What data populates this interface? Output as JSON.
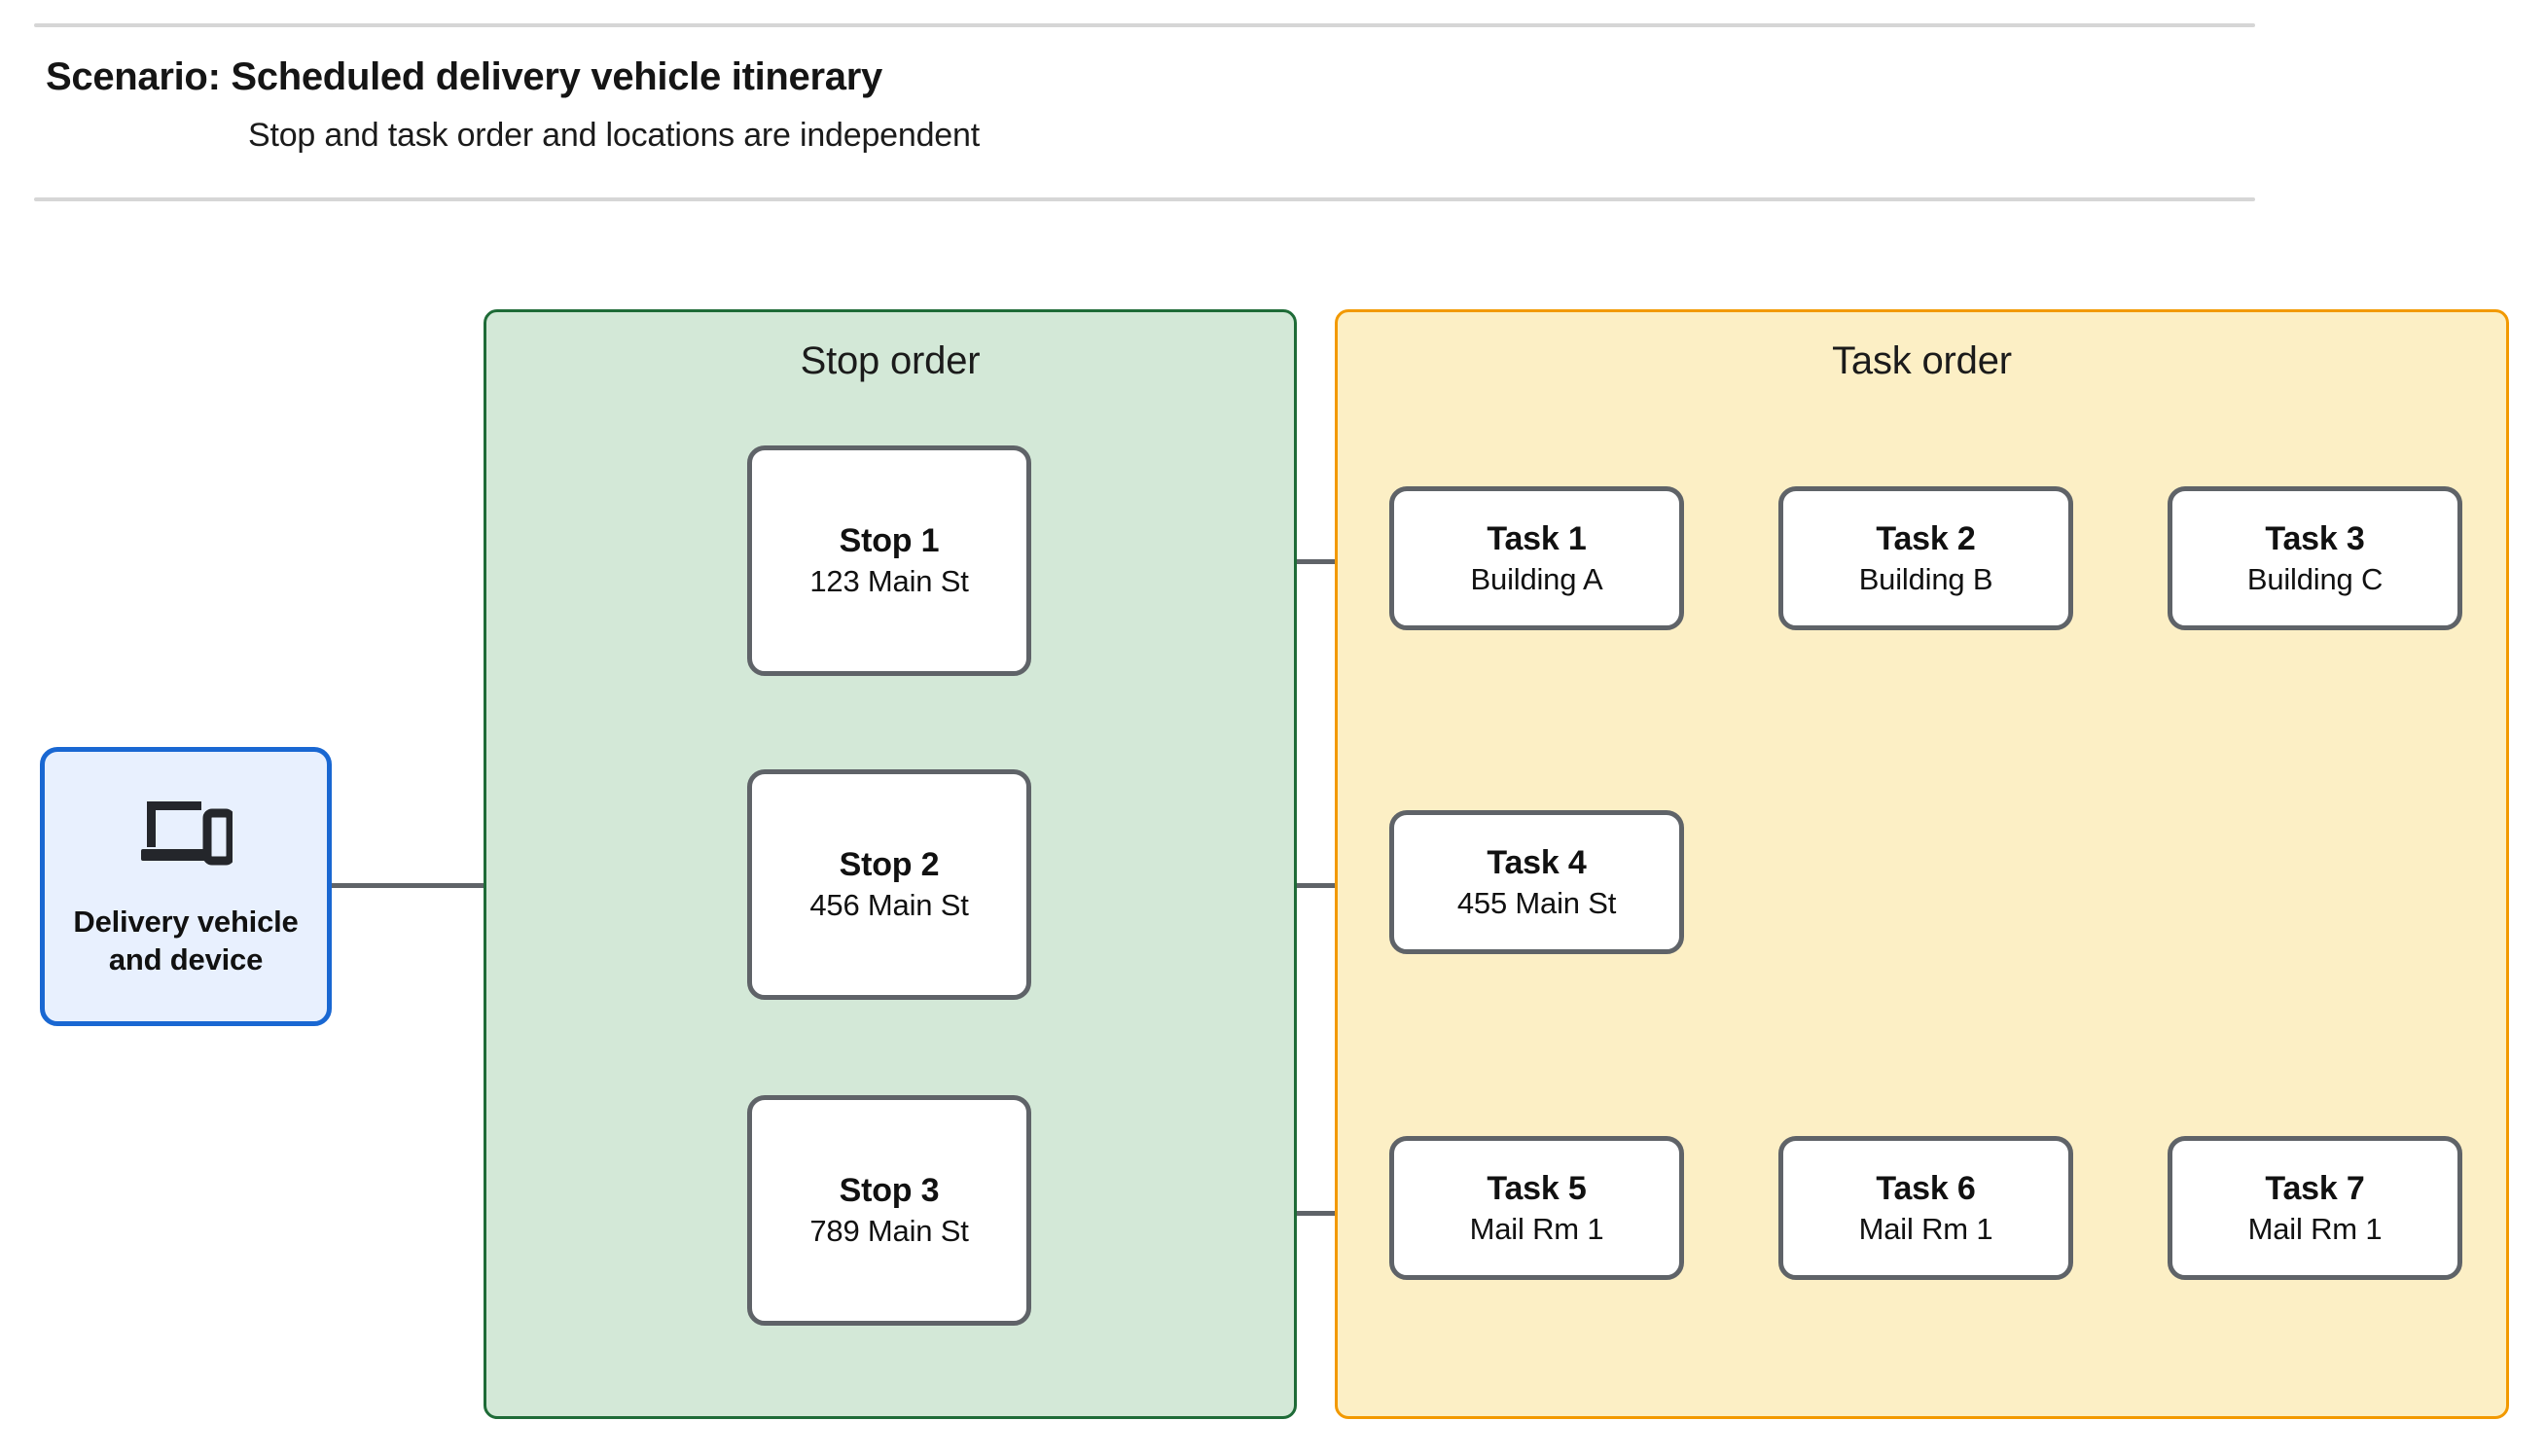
{
  "header": {
    "title": "Scenario: Scheduled delivery vehicle itinerary",
    "subtitle": "Stop and task order and locations are independent"
  },
  "vehicle": {
    "icon": "devices-icon",
    "label_line_1": "Delivery vehicle",
    "label_line_2": "and device",
    "border_color": "#1967d2",
    "fill_color": "#e8f0fe"
  },
  "stop_panel": {
    "title": "Stop order",
    "border_color": "#1e6b37",
    "fill_color": "#d3e8d7",
    "stops": [
      {
        "title": "Stop 1",
        "location": "123 Main St"
      },
      {
        "title": "Stop 2",
        "location": "456 Main St"
      },
      {
        "title": "Stop 3",
        "location": "789 Main St"
      }
    ]
  },
  "task_panel": {
    "title": "Task order",
    "border_color": "#f29900",
    "fill_color": "#fcefc5",
    "rows": [
      {
        "tasks": [
          {
            "title": "Task 1",
            "location": "Building A"
          },
          {
            "title": "Task 2",
            "location": "Building B"
          },
          {
            "title": "Task 3",
            "location": "Building C"
          }
        ]
      },
      {
        "tasks": [
          {
            "title": "Task 4",
            "location": "455 Main St"
          }
        ]
      },
      {
        "tasks": [
          {
            "title": "Task 5",
            "location": "Mail Rm 1"
          },
          {
            "title": "Task 6",
            "location": "Mail Rm 1"
          },
          {
            "title": "Task 7",
            "location": "Mail Rm 1"
          }
        ]
      }
    ]
  },
  "connectors": {
    "line_color": "#5f6368",
    "node_border_color": "#5f6368"
  },
  "rules": {
    "color": "#d6d6d6"
  }
}
